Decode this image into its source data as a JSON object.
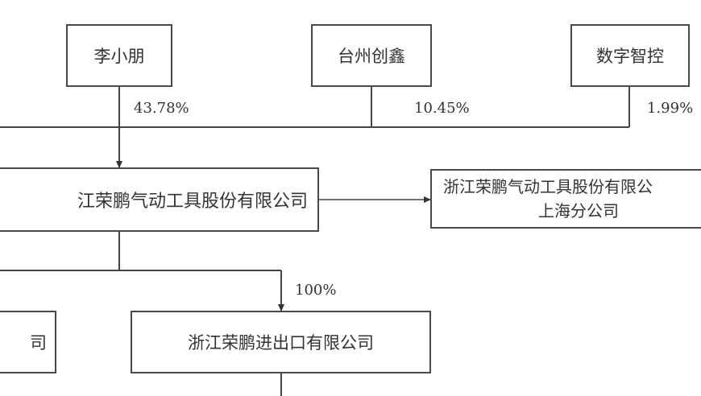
{
  "shareholders": [
    {
      "name": "李小朋",
      "share": "43.78%"
    },
    {
      "name": "台州创鑫",
      "share": "10.45%"
    },
    {
      "name": "数字智控",
      "share": "1.99%"
    }
  ],
  "company": {
    "name": "江荣鹏气动工具股份有限公司"
  },
  "branch": {
    "line1": "浙江荣鹏气动工具股份有限公",
    "line2": "上海分公司"
  },
  "subsidiaries": [
    {
      "name": "司"
    },
    {
      "name": "浙江荣鹏进出口有限公司",
      "share": "100%"
    }
  ]
}
